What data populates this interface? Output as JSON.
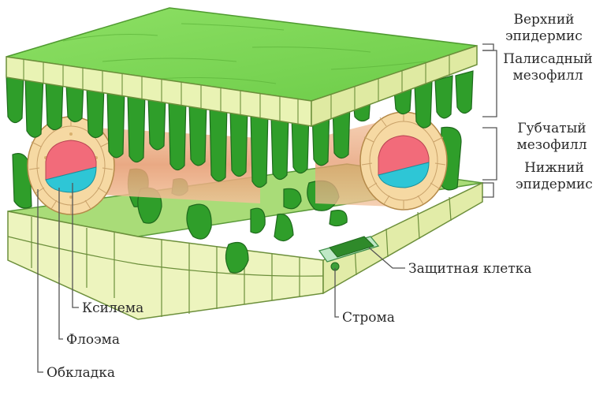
{
  "labels": {
    "upper_epidermis": [
      "Верхний",
      "эпидермис"
    ],
    "palisade": [
      "Палисадный",
      "мезофилл"
    ],
    "spongy": [
      "Губчатый",
      "мезофилл"
    ],
    "lower_epidermis": [
      "Нижний",
      "эпидермис"
    ],
    "guard_cell": "Защитная клетка",
    "stoma": "Строма",
    "xylem": "Ксилема",
    "phloem": "Флоэма",
    "sheath": "Обкладка"
  },
  "colors": {
    "upper_top": "#7ed957",
    "upper_side": "#e9f3b4",
    "palisade": "#2f9e2a",
    "palisade_dark": "#1f7a1d",
    "spongy_bg": "#9bd66a",
    "lower_side": "#edf4be",
    "sheath": "#f6d9a3",
    "xylem": "#f26b7a",
    "phloem": "#2ec6d6",
    "vein_tube": "#e8a37a"
  }
}
